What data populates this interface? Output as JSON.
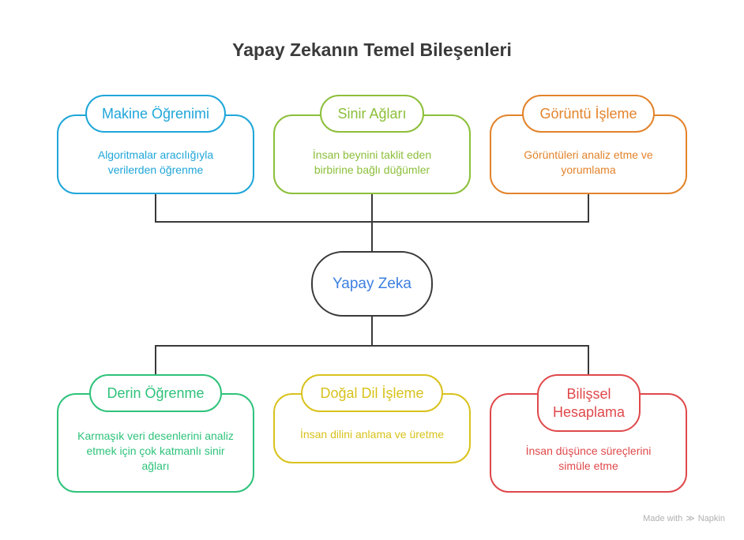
{
  "title": "Yapay Zekanın Temel Bileşenleri",
  "center": {
    "label": "Yapay Zeka",
    "color": "#3b7fe0"
  },
  "top_nodes": [
    {
      "title": "Makine Öğrenimi",
      "description": "Algoritmalar aracılığıyla verilerden öğrenme",
      "color": "#1fa6d9"
    },
    {
      "title": "Sinir Ağları",
      "description": "İnsan beynini taklit eden birbirine bağlı düğümler",
      "color": "#8cbf3a"
    },
    {
      "title": "Görüntü İşleme",
      "description": "Görüntüleri analiz etme ve yorumlama",
      "color": "#e3832b"
    }
  ],
  "bottom_nodes": [
    {
      "title": "Derin Öğrenme",
      "description": "Karmaşık veri desenlerini analiz etmek için çok katmanlı sinir ağları",
      "color": "#2ec27a"
    },
    {
      "title": "Doğal Dil İşleme",
      "description": "İnsan dilini anlama ve üretme",
      "color": "#d8c21c"
    },
    {
      "title": "Bilişsel Hesaplama",
      "description": "İnsan düşünce süreçlerini simüle etme",
      "color": "#e0484a"
    }
  ],
  "footer": {
    "made_with": "Made with",
    "brand": "Napkin"
  }
}
